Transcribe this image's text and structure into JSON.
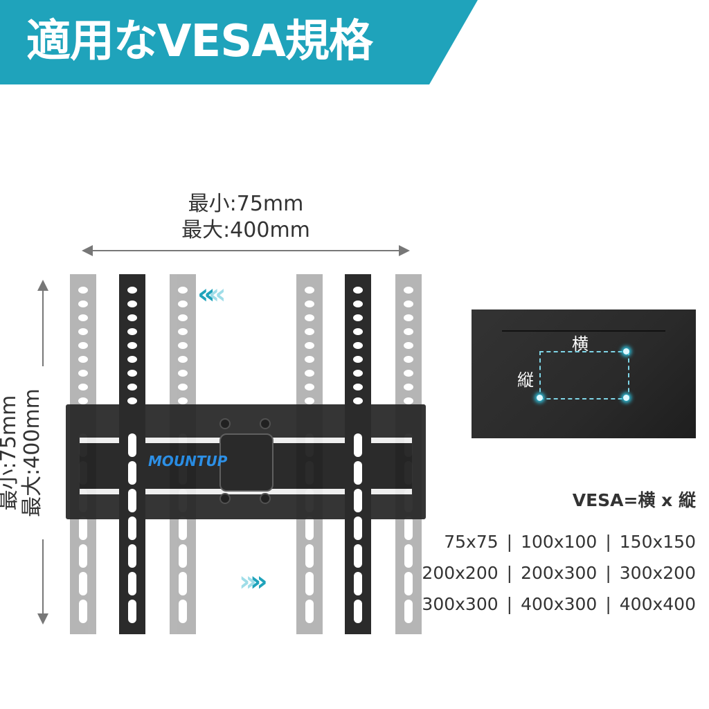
{
  "header": {
    "title": "適用なVESA規格"
  },
  "width_dimension": {
    "min": "最小:75mm",
    "max": "最大:400mm"
  },
  "height_dimension": {
    "min": "最小:75mm",
    "max": "最大:400mm"
  },
  "bracket": {
    "brand": "MOUNTUP"
  },
  "tv_diagram": {
    "horizontal": "横",
    "vertical": "縦"
  },
  "formula": "VESA=横 x 縦",
  "vesa_sizes": [
    [
      "75x75",
      "100x100",
      "150x150"
    ],
    [
      "200x200",
      "200x300",
      "300x200"
    ],
    [
      "300x300",
      "400x300",
      "400x400"
    ]
  ],
  "separator": "|",
  "colors": {
    "banner": "#1fa3bb",
    "accent_glow": "#2fc4e0",
    "logo": "#1e88e5"
  }
}
